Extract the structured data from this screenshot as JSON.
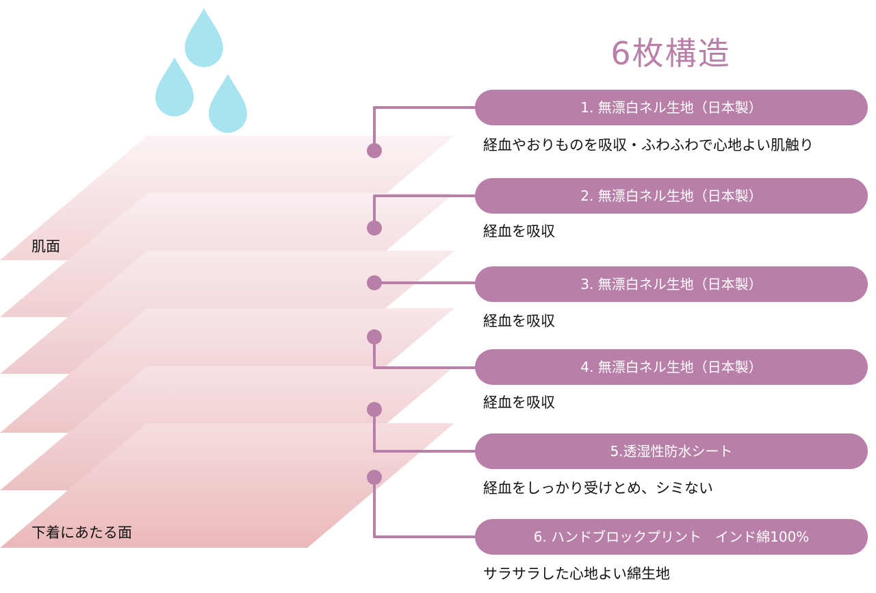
{
  "title": "6枚構造",
  "colors": {
    "accent": "#b880a8",
    "drop": "#a8e4ef",
    "layer_top": "#f9ecee",
    "layer_bottom": "#ebb6b8"
  },
  "labels": {
    "skin_side": "肌面",
    "underwear_side": "下着にあたる面"
  },
  "layers": [
    {
      "name": "1. 無漂白ネル生地（日本製）",
      "description": "経血やおりものを吸収・ふわふわで心地よい肌触り"
    },
    {
      "name": "2. 無漂白ネル生地（日本製）",
      "description": "経血を吸収"
    },
    {
      "name": "3. 無漂白ネル生地（日本製）",
      "description": "経血を吸収"
    },
    {
      "name": "4. 無漂白ネル生地（日本製）",
      "description": "経血を吸収"
    },
    {
      "name": "5.透湿性防水シート",
      "description": "経血をしっかり受けとめ、シミない"
    },
    {
      "name": "6. ハンドブロックプリント　インド綿100%",
      "description": "サラサラした心地よい綿生地"
    }
  ]
}
